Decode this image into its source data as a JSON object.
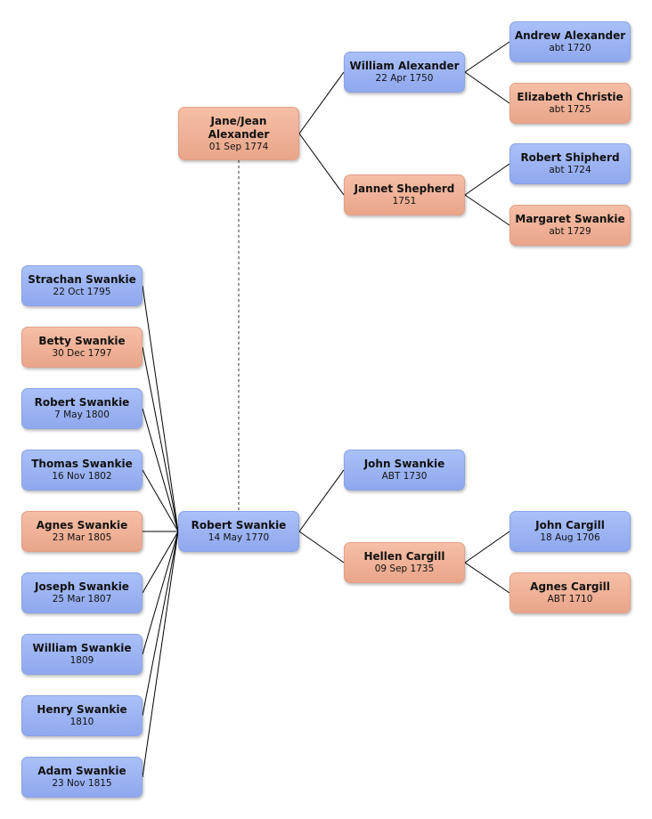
{
  "people": {
    "jane": {
      "name": "Jane/Jean\nAlexander",
      "date": "01 Sep 1774",
      "sex": "female"
    },
    "william_alexander": {
      "name": "William Alexander",
      "date": "22 Apr 1750",
      "sex": "male"
    },
    "jannet_shepherd": {
      "name": "Jannet Shepherd",
      "date": "1751",
      "sex": "female"
    },
    "andrew_alexander": {
      "name": "Andrew Alexander",
      "date": "abt 1720",
      "sex": "male"
    },
    "elizabeth_christie": {
      "name": "Elizabeth Christie",
      "date": "abt 1725",
      "sex": "female"
    },
    "robert_shipherd": {
      "name": "Robert Shipherd",
      "date": "abt 1724",
      "sex": "male"
    },
    "margaret_swankie": {
      "name": "Margaret Swankie",
      "date": "abt 1729",
      "sex": "female"
    },
    "robert_swankie": {
      "name": "Robert Swankie",
      "date": "14 May 1770",
      "sex": "male"
    },
    "john_swankie": {
      "name": "John Swankie",
      "date": "ABT 1730",
      "sex": "male"
    },
    "hellen_cargill": {
      "name": "Hellen Cargill",
      "date": "09 Sep 1735",
      "sex": "female"
    },
    "john_cargill": {
      "name": "John Cargill",
      "date": "18 Aug 1706",
      "sex": "male"
    },
    "agnes_cargill": {
      "name": "Agnes Cargill",
      "date": "ABT 1710",
      "sex": "female"
    },
    "strachan": {
      "name": "Strachan Swankie",
      "date": "22 Oct 1795",
      "sex": "male"
    },
    "betty": {
      "name": "Betty Swankie",
      "date": "30 Dec 1797",
      "sex": "female"
    },
    "robert_jr": {
      "name": "Robert Swankie",
      "date": "7 May 1800",
      "sex": "male"
    },
    "thomas": {
      "name": "Thomas Swankie",
      "date": "16 Nov 1802",
      "sex": "male"
    },
    "agnes": {
      "name": "Agnes Swankie",
      "date": "23 Mar 1805",
      "sex": "female"
    },
    "joseph": {
      "name": "Joseph Swankie",
      "date": "25 Mar 1807",
      "sex": "male"
    },
    "william_sw": {
      "name": "William Swankie",
      "date": "1809",
      "sex": "male"
    },
    "henry": {
      "name": "Henry Swankie",
      "date": "1810",
      "sex": "male"
    },
    "adam": {
      "name": "Adam Swankie",
      "date": "23 Nov 1815",
      "sex": "male"
    }
  },
  "colors": {
    "male": "#9fb5f3",
    "female": "#efb298",
    "line": "#000000",
    "spouse_line": "#555555"
  }
}
